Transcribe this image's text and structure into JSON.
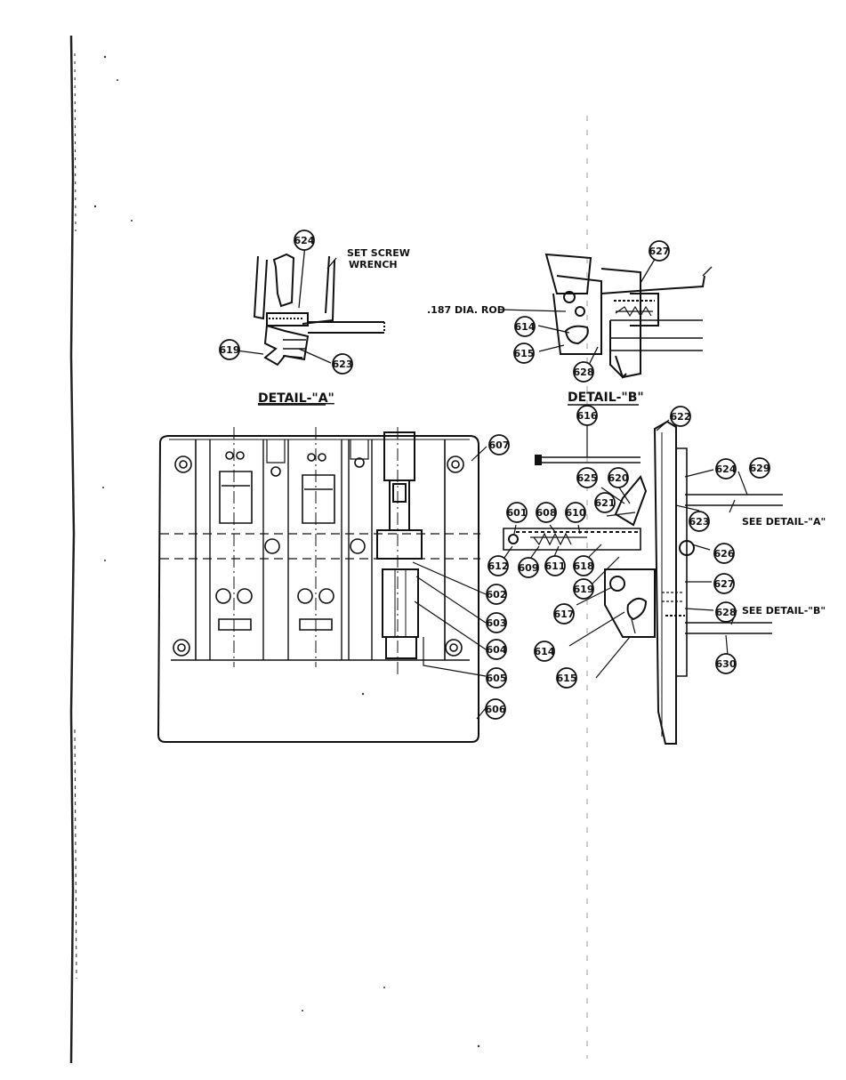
{
  "labels": {
    "set_screw_wrench_line1": "SET SCREW",
    "set_screw_wrench_line2": "WRENCH",
    "detail_a_title": "DETAIL-\"A\"",
    "detail_b_title": "DETAIL-\"B\"",
    "rod_label": ".187 DIA. ROD",
    "see_detail_a": "SEE DETAIL-\"A\"",
    "see_detail_b": "SEE DETAIL-\"B\""
  },
  "callouts": {
    "detail_a": [
      "624",
      "619",
      "623"
    ],
    "detail_b": [
      "627",
      "614",
      "615",
      "628"
    ],
    "front_view": [
      "607",
      "602",
      "603",
      "604",
      "605",
      "606"
    ],
    "side_view": [
      "616",
      "622",
      "624",
      "629",
      "625",
      "620",
      "601",
      "608",
      "610",
      "621",
      "623",
      "626",
      "612",
      "609",
      "611",
      "618",
      "619",
      "617",
      "627",
      "628",
      "614",
      "615",
      "630"
    ]
  },
  "colors": {
    "ink": "#111111",
    "paper": "#ffffff"
  }
}
